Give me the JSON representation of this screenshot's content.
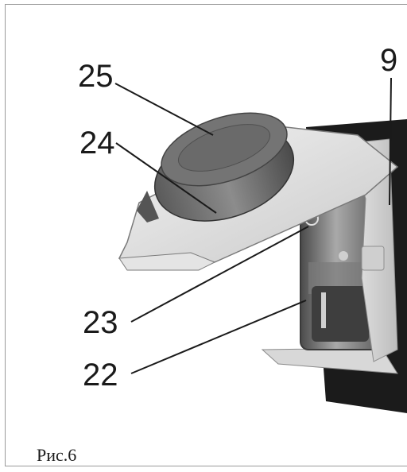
{
  "figure": {
    "caption": "Рис.6",
    "callouts": [
      {
        "id": "c25",
        "label": "25"
      },
      {
        "id": "c24",
        "label": "24"
      },
      {
        "id": "c9",
        "label": "9"
      },
      {
        "id": "c23",
        "label": "23"
      },
      {
        "id": "c22",
        "label": "22"
      }
    ]
  }
}
